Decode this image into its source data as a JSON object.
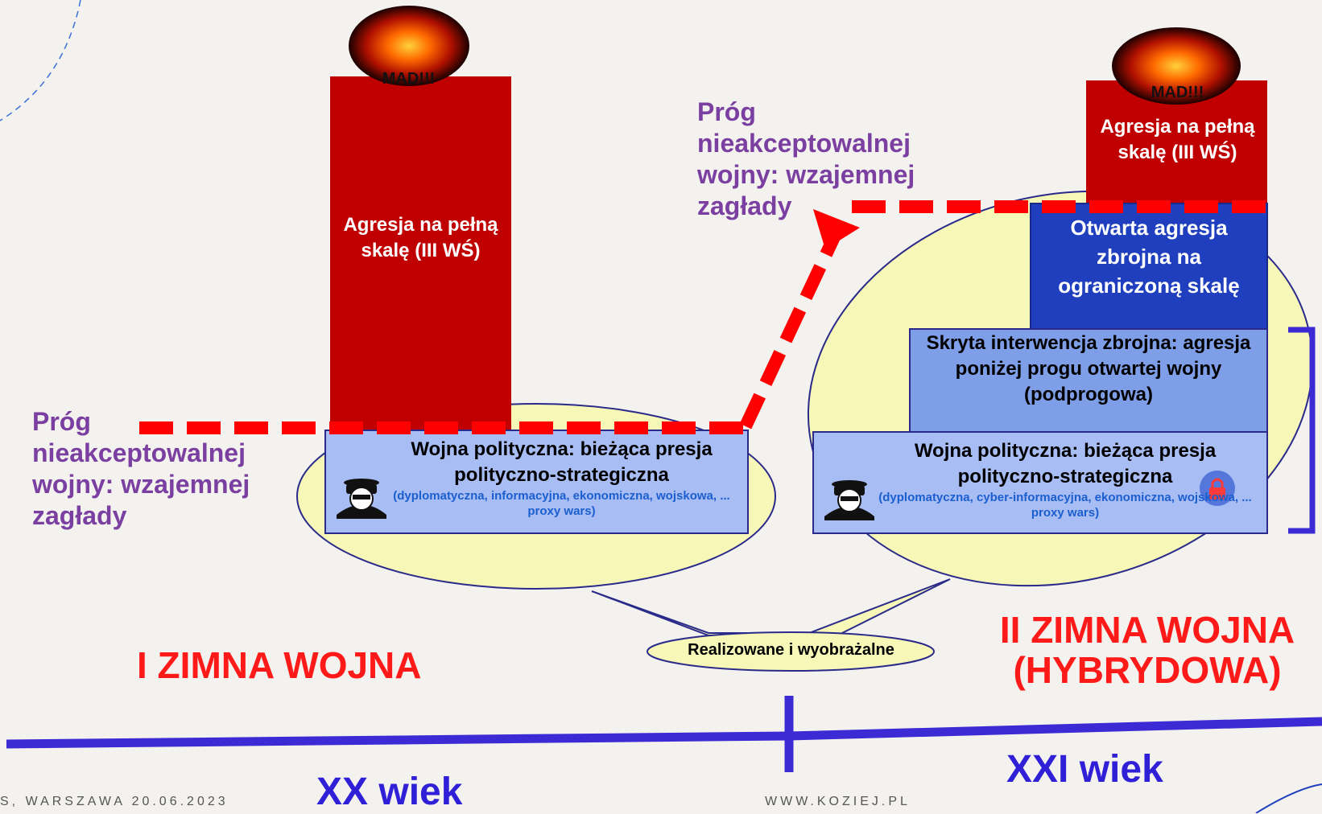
{
  "left": {
    "mad": "MAD!!!",
    "bar_label": "Agresja na pełną skalę (III WŚ)",
    "threshold": "Próg nieakceptowalnej wojny: wzajemnej zagłady",
    "war_title": "Wojna polityczna: bieżąca presja polityczno-strategiczna",
    "war_sub": "(dyplomatyczna, informacyjna, ekonomiczna, wojskowa, ... proxy wars)",
    "era_title": "I ZIMNA WOJNA",
    "century": "XX wiek"
  },
  "right": {
    "mad": "MAD!!!",
    "bar_label": "Agresja na pełną skalę (III WŚ)",
    "threshold": "Próg nieakceptowalnej wojny: wzajemnej zagłady",
    "open_war": "Otwarta agresja zbrojna na ograniczoną skalę",
    "covert": "Skryta interwencja zbrojna: agresja poniżej progu otwartej wojny (podprogowa)",
    "war_title": "Wojna polityczna: bieżąca presja polityczno-strategiczna",
    "war_sub": "(dyplomatyczna, cyber-informacyjna, ekonomiczna, wojskowa, ... proxy wars)",
    "era_title": "II ZIMNA WOJNA (HYBRYDOWA)",
    "century": "XXI wiek"
  },
  "callout": "Realizowane i wyobrażalne",
  "footer": {
    "left": "S, WARSZAWA 20.06.2023",
    "right": "WWW.KOZIEJ.PL"
  },
  "colors": {
    "bar_red": "#c00000",
    "dash_red": "#ff0000",
    "ellipse_fill": "#f7f7b8",
    "box_light": "#a9bdf5",
    "box_mid": "#7f9ee8",
    "box_dark": "#1f3fbf",
    "timeline": "#3c2ad4"
  }
}
